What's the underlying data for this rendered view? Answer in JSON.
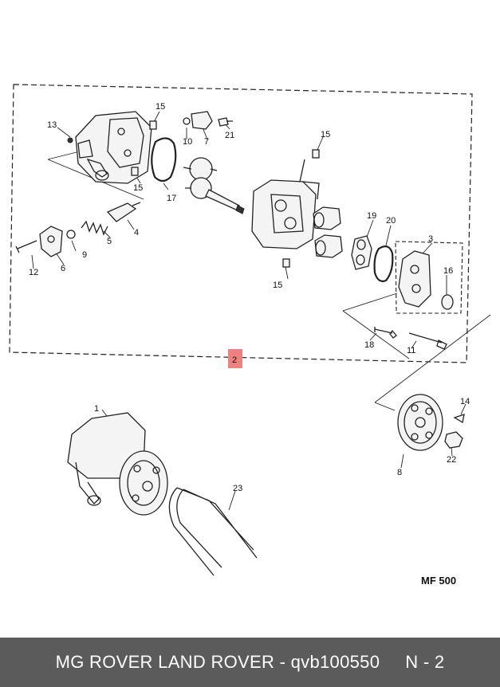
{
  "diagram": {
    "callouts": [
      "1",
      "2",
      "3",
      "4",
      "5",
      "6",
      "7",
      "8",
      "9",
      "10",
      "11",
      "12",
      "13",
      "14",
      "15",
      "16",
      "17",
      "18",
      "19",
      "20",
      "21",
      "22",
      "23"
    ],
    "drawing_code": "MF 500",
    "highlight_color": "#f08080"
  },
  "footer": {
    "title": "MG ROVER LAND ROVER - qvb100550",
    "page": "N - 2",
    "background": "#5b5b5b"
  }
}
